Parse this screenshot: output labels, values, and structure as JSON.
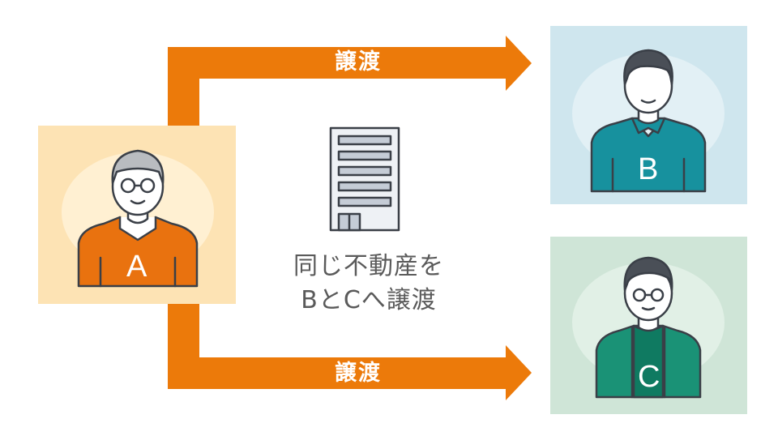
{
  "arrows": {
    "top_label": "譲渡",
    "bottom_label": "譲渡"
  },
  "center": {
    "line1": "同じ不動産を",
    "line2": "BとCへ譲渡"
  },
  "persons": {
    "a": "A",
    "b": "B",
    "c": "C"
  },
  "colors": {
    "arrow": "#ec7a0a",
    "panel_a": "#fde3b4",
    "panel_b": "#cfe6ee",
    "panel_c": "#cfe5d7",
    "shirt_a": "#e9720f",
    "shirt_b": "#17919e",
    "shirt_c": "#1a9276",
    "building": "#eef1f5",
    "outline": "#3a3f47"
  }
}
